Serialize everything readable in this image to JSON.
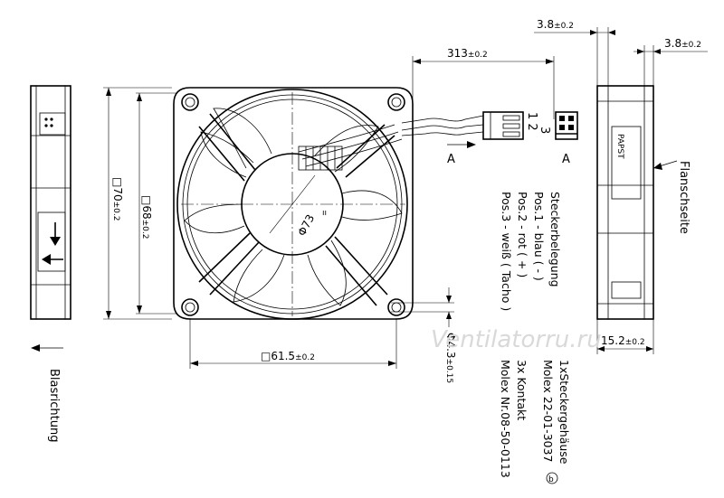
{
  "dimensions": {
    "side_gap_top": {
      "value": "3.8",
      "tol": "±0.2"
    },
    "side_gap_right": {
      "value": "3.8",
      "tol": "±0.2"
    },
    "cable_length": {
      "value": "313",
      "tol": "±0.2"
    },
    "outer_size": {
      "prefix": "□",
      "value": "70",
      "tol": "±0.2"
    },
    "inner_size": {
      "prefix": "□",
      "value": "68",
      "tol": "±0.2"
    },
    "hole_spacing": {
      "prefix": "□",
      "value": "61.5",
      "tol": "±0.2"
    },
    "hole_diameter": {
      "value": "Φ4.3",
      "tol": "±0.15"
    },
    "blade_diameter": {
      "value": "Φ73"
    },
    "depth": {
      "value": "15.2",
      "tol": "±0.2"
    }
  },
  "labels": {
    "section_a_left": "A",
    "section_a_right": "A",
    "pins_top": "1 2",
    "pins_bottom": "3",
    "flange_side": "Flanschseite",
    "blow_direction": "Blasrichtung",
    "brand": "PAPST"
  },
  "connector_notes": {
    "title": "Steckerbelegung",
    "pos1": "Pos.1 - blau ( - )",
    "pos2": "Pos.2 - rot ( + )",
    "pos3": "Pos.3 - weiß ( Tacho )",
    "housing_line1": "1xSteckergehäuse",
    "housing_line2": "Molex 22-01-3037",
    "housing_mark": "b",
    "contact_line1": "3x Kontakt",
    "contact_line2": "Molex Nr.08-50-0113"
  },
  "watermark": "Ventilatorru.ru"
}
